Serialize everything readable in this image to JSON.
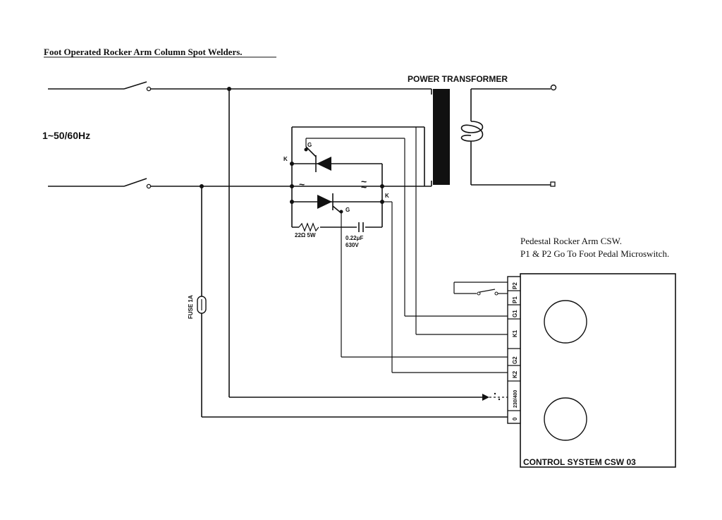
{
  "title": "Foot Operated Rocker Arm Column Spot Welders.",
  "supply_label": "1~50/60Hz",
  "transformer_label": "POWER TRANSFORMER",
  "thyristor_labels": {
    "gate": "G",
    "cathode": "K"
  },
  "ac_symbol": "~",
  "resistor_label": "22Ω 5W",
  "capacitor_value": "0.22μF",
  "capacitor_voltage": "630V",
  "fuse_label": "FUSE 1A",
  "note_line1": "Pedestal Rocker Arm CSW.",
  "note_line2": "P1 & P2 Go To Foot Pedal Microswitch.",
  "terminals": [
    {
      "id": "P2",
      "label": "P2"
    },
    {
      "id": "P1",
      "label": "P1"
    },
    {
      "id": "G1",
      "label": "G1"
    },
    {
      "id": "K1",
      "label": "K1"
    },
    {
      "id": "G2",
      "label": "G2"
    },
    {
      "id": "K2",
      "label": "K2"
    },
    {
      "id": "V",
      "label": "230/400"
    },
    {
      "id": "O",
      "label": "0"
    }
  ],
  "control_box_label": "CONTROL SYSTEM CSW 03"
}
